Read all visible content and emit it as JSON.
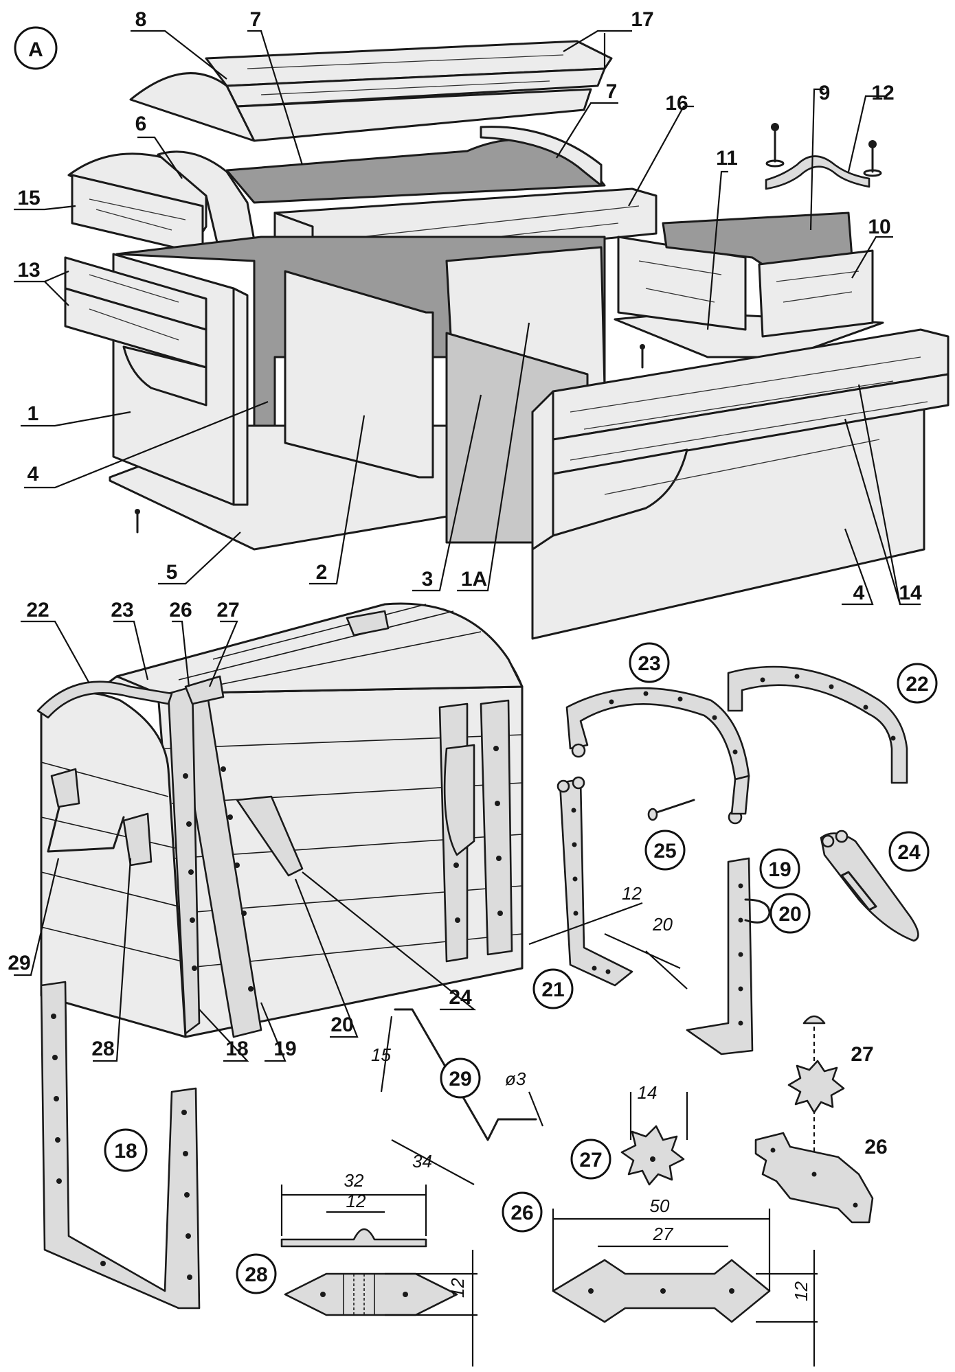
{
  "figure_letter": "A",
  "exploded_labels": [
    "8",
    "7",
    "17",
    "7",
    "16",
    "9",
    "12",
    "6",
    "11",
    "10",
    "15",
    "13",
    "1",
    "4",
    "5",
    "2",
    "3",
    "1A",
    "4",
    "14"
  ],
  "assembled_labels": [
    "22",
    "23",
    "26",
    "27",
    "29",
    "28",
    "18",
    "19",
    "20",
    "24"
  ],
  "part_callouts": [
    "23",
    "22",
    "25",
    "24",
    "19",
    "20",
    "21",
    "29",
    "27",
    "18",
    "26",
    "28"
  ],
  "dimensions": {
    "bracket_21_a": "12",
    "bracket_21_b": "20",
    "handle_29_h": "15",
    "handle_29_len": "34",
    "handle_29_dia": "ø3",
    "rosette_27_w": "14",
    "plate_28_w": "32",
    "plate_28_loop": "12",
    "plate_28_h": "12",
    "plate_26_w": "50",
    "plate_26_inner": "27",
    "plate_26_h": "12"
  }
}
